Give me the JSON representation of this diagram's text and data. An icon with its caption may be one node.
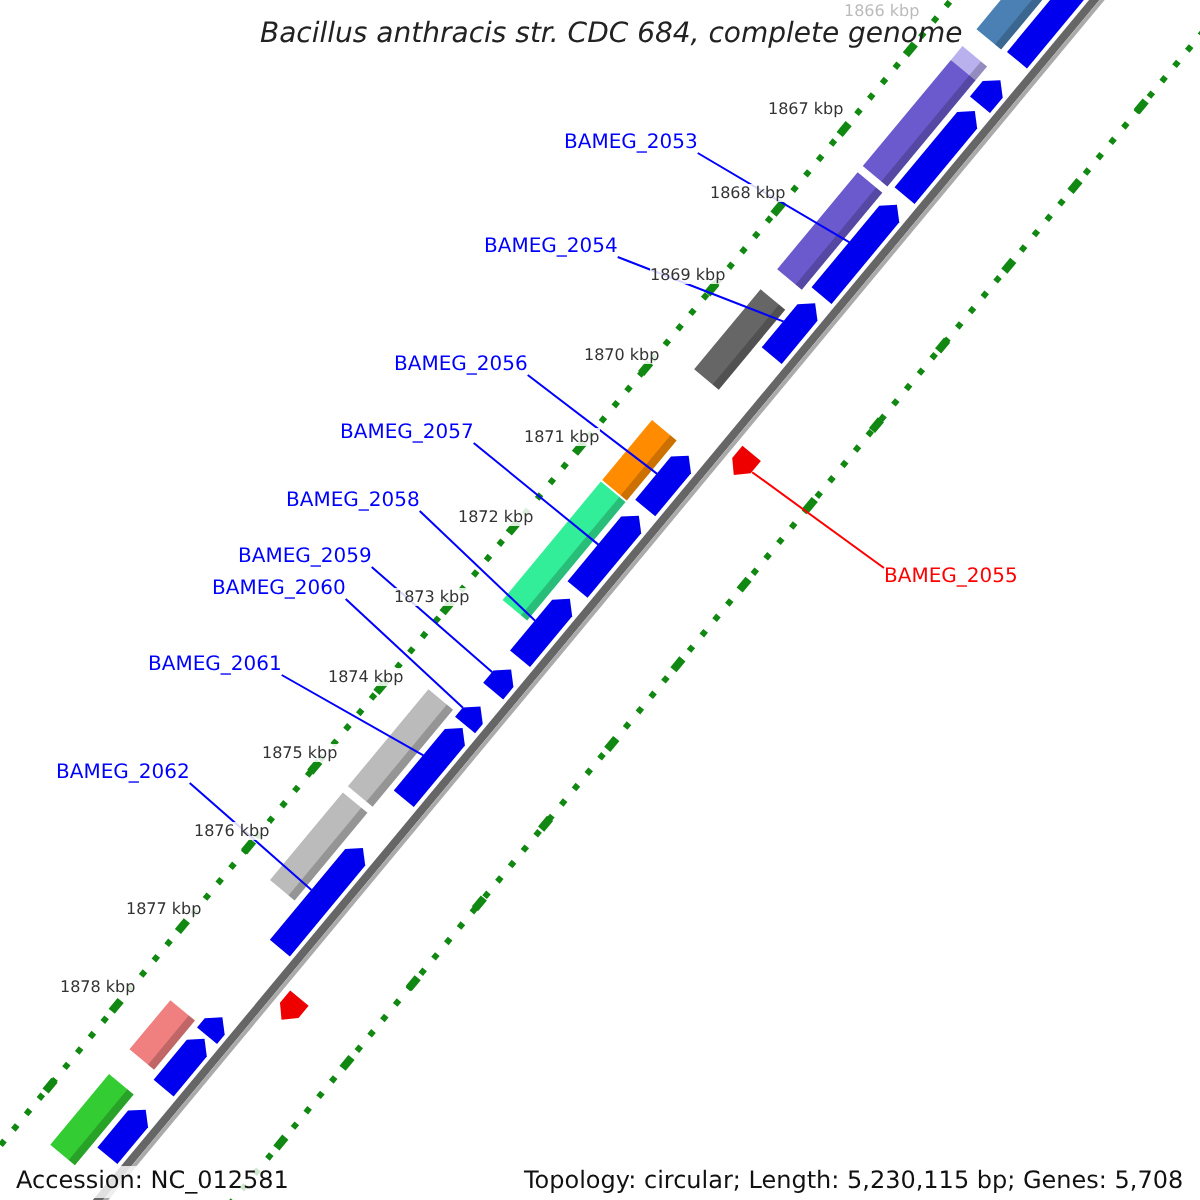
{
  "diagram": {
    "title": "Bacillus anthracis str. CDC 684, complete genome",
    "nodes": [
      {
        "text": [
          "BAMEG_2053"
        ]
      },
      {
        "text": [
          "BAMEG_2054"
        ]
      },
      {
        "text": [
          "BAMEG_2056"
        ]
      },
      {
        "text": [
          "BAMEG_2057"
        ]
      },
      {
        "text": [
          "BAMEG_2058"
        ]
      },
      {
        "text": [
          "BAMEG_2059"
        ]
      },
      {
        "text": [
          "BAMEG_2055"
        ]
      },
      {
        "text": [
          "BAMEG_2060"
        ]
      },
      {
        "text": [
          "BAMEG_2061"
        ]
      },
      {
        "text": [
          "BAMEG_2062"
        ]
      },
      {
        "text": [],
        "shape": "arrow"
      },
      {
        "text": [],
        "shape": "arrow"
      },
      {
        "text": [],
        "shape": "arrow"
      },
      {
        "text": [],
        "shape": "arrow"
      },
      {
        "text": [],
        "shape": "arrow"
      },
      {
        "text": [],
        "shape": "arrow"
      },
      {
        "text": [],
        "shape": "arrow"
      },
      {
        "text": [],
        "shape": "arrow"
      },
      {
        "text": [],
        "shape": "arrow"
      },
      {
        "text": [],
        "shape": "arrow"
      },
      {
        "text": [],
        "shape": "arrow"
      },
      {
        "text": [],
        "shape": "arrow"
      },
      {
        "text": [],
        "shape": "arrow"
      },
      {
        "text": [],
        "shape": "arrow"
      },
      {
        "text": [],
        "shape": "arrow"
      },
      {
        "text": [],
        "shape": "arrow"
      },
      {
        "text": [],
        "shape": "arrow"
      }
    ],
    "edges": [
      {
        "from": 0,
        "to": 13,
        "arrow": "none"
      },
      {
        "from": 1,
        "to": 14,
        "arrow": "none"
      },
      {
        "from": 2,
        "to": 16,
        "arrow": "none"
      },
      {
        "from": 3,
        "to": 17,
        "arrow": "none"
      },
      {
        "from": 4,
        "to": 18,
        "arrow": "none"
      },
      {
        "from": 5,
        "to": 19,
        "arrow": "none"
      },
      {
        "from": 6,
        "to": 15,
        "arrow": "none",
        "color": "#ff0000"
      },
      {
        "from": 7,
        "to": 20,
        "arrow": "none"
      },
      {
        "from": 8,
        "to": 21,
        "arrow": "none"
      },
      {
        "from": 9,
        "to": 22,
        "arrow": "none"
      }
    ],
    "labels": [
      "1866 kbp",
      "1867 kbp",
      "1868 kbp",
      "1869 kbp",
      "1870 kbp",
      "1871 kbp",
      "1872 kbp",
      "1873 kbp",
      "1874 kbp",
      "1875 kbp",
      "1876 kbp",
      "1877 kbp",
      "1878 kbp",
      "Accession: NC_012581",
      "Topology: circular; Length: 5,230,115 bp; Genes: 5,708"
    ]
  }
}
